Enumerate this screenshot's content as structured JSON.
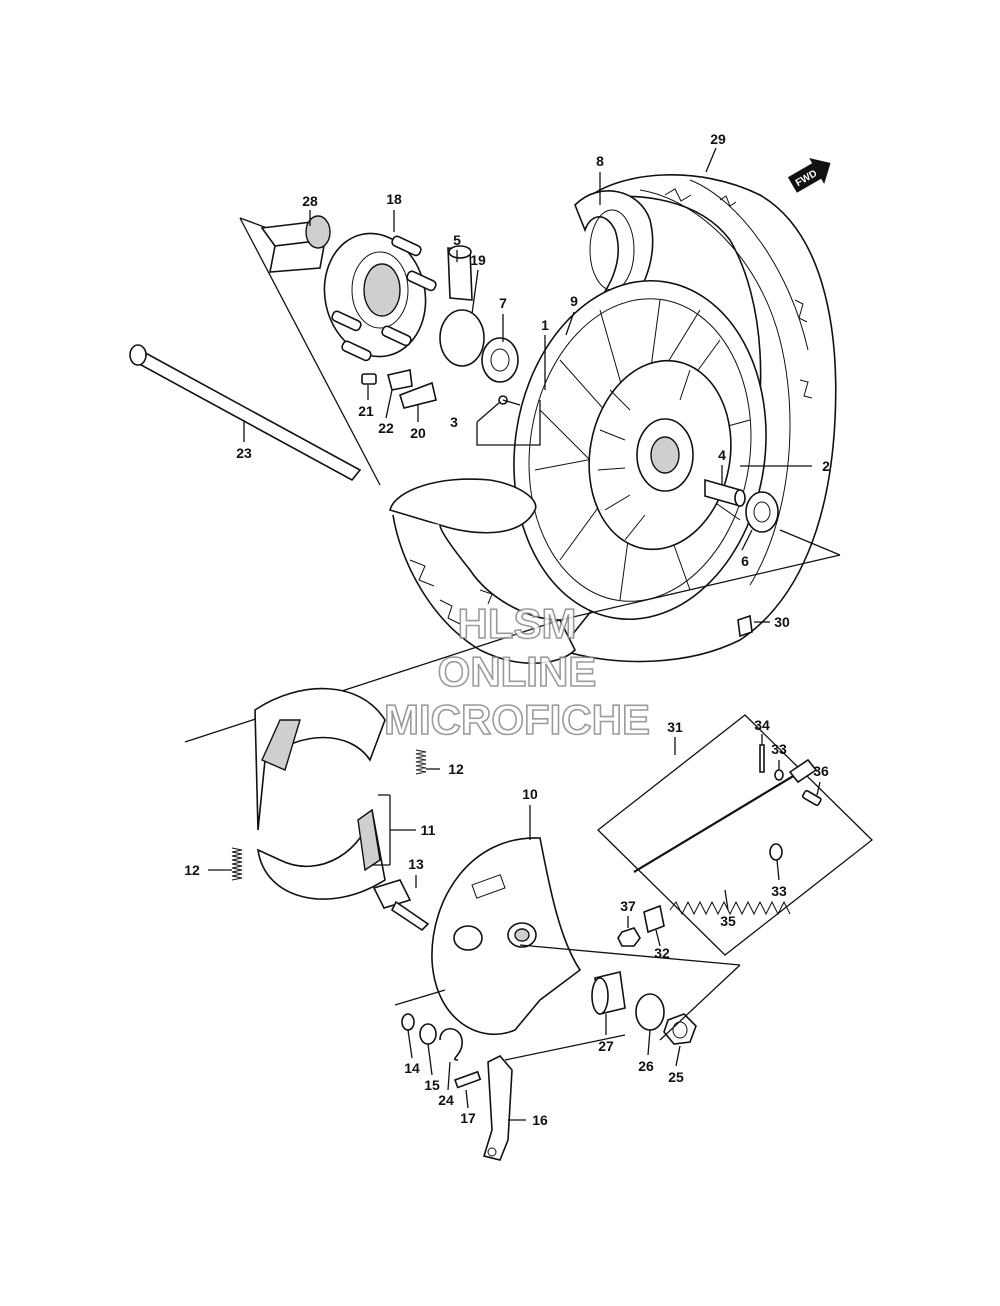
{
  "fwd_label": "FWD",
  "watermark": {
    "line1": "HLSM",
    "line2": "ONLINE",
    "line3": "MICROFICHE"
  },
  "callouts": [
    "1",
    "2",
    "3",
    "4",
    "5",
    "6",
    "7",
    "8",
    "9",
    "10",
    "11",
    "12",
    "12",
    "13",
    "14",
    "15",
    "16",
    "17",
    "18",
    "19",
    "20",
    "21",
    "22",
    "23",
    "24",
    "25",
    "26",
    "27",
    "28",
    "29",
    "30",
    "31",
    "32",
    "33",
    "33",
    "34",
    "35",
    "36",
    "37"
  ]
}
